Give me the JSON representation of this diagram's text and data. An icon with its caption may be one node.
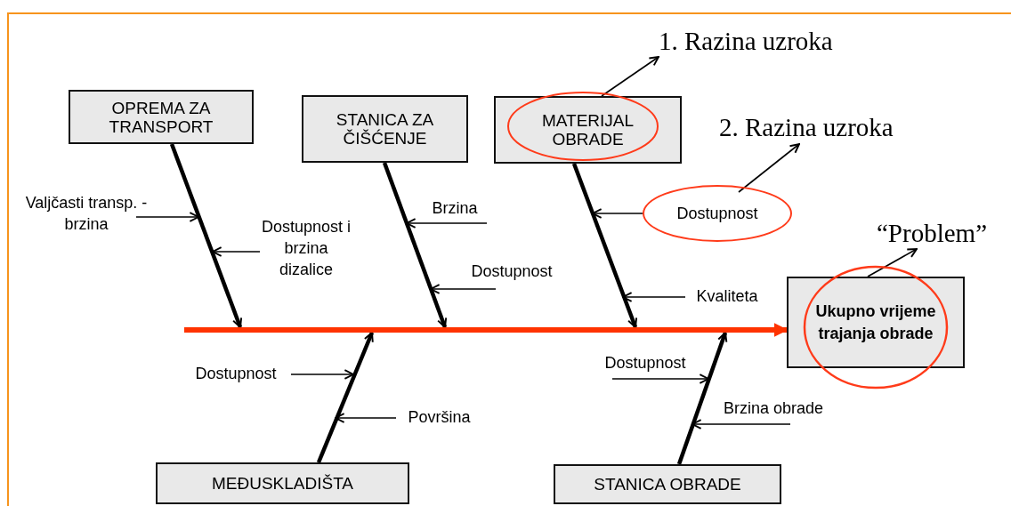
{
  "diagram": {
    "nodes": [
      {
        "text": [
          "OPREMA ZA TRANSPORT"
        ]
      },
      {
        "text": [
          "STANICA ZA ČIŠĆENJE"
        ]
      },
      {
        "text": [
          "MATERIJAL OBRADE"
        ]
      },
      {
        "text": [
          "1. Razina uzroka"
        ]
      },
      {
        "text": [
          "2. Razina uzroka"
        ]
      },
      {
        "text": [
          "“Problem”"
        ]
      },
      {
        "text": [
          "Ukupno vrijeme trajanja obrade"
        ]
      },
      {
        "text": [
          "Valjčasti transp. - brzina"
        ]
      },
      {
        "text": [
          "Dostupnost i brzina dizalice"
        ]
      },
      {
        "text": [
          "Brzina"
        ]
      },
      {
        "text": [
          "Dostupnost"
        ]
      },
      {
        "text": [
          "Dostupnost"
        ]
      },
      {
        "text": [
          "Kvaliteta"
        ]
      },
      {
        "text": [
          "Dostupnost"
        ]
      },
      {
        "text": [
          "Površina"
        ]
      },
      {
        "text": [
          "Dostupnost"
        ]
      },
      {
        "text": [
          "Brzina obrade"
        ]
      },
      {
        "text": [
          "MEĐUSKLADIŠTA"
        ]
      },
      {
        "text": [
          "STANICA OBRADE"
        ]
      },
      {
        "text": [],
        "shape": "bar"
      }
    ],
    "edges": [
      {
        "from": 19,
        "to": 6,
        "arrow": "to",
        "style": "thick",
        "color": "#ff3300"
      },
      {
        "from": 0,
        "to": 19,
        "arrow": "to",
        "style": "thick"
      },
      {
        "from": 1,
        "to": 19,
        "arrow": "to",
        "style": "thick"
      },
      {
        "from": 2,
        "to": 19,
        "arrow": "to",
        "style": "thick"
      },
      {
        "from": 17,
        "to": 19,
        "arrow": "to",
        "style": "thick"
      },
      {
        "from": 18,
        "to": 19,
        "arrow": "to",
        "style": "thick"
      },
      {
        "from": 7,
        "to": null,
        "arrow": "to"
      },
      {
        "from": 8,
        "to": null,
        "arrow": "to"
      },
      {
        "from": 9,
        "to": null,
        "arrow": "to"
      },
      {
        "from": 10,
        "to": null,
        "arrow": "to"
      },
      {
        "from": 11,
        "to": null,
        "arrow": "to"
      },
      {
        "from": 12,
        "to": null,
        "arrow": "to"
      },
      {
        "from": 13,
        "to": null,
        "arrow": "to"
      },
      {
        "from": 14,
        "to": null,
        "arrow": "to"
      },
      {
        "from": 15,
        "to": null,
        "arrow": "to"
      },
      {
        "from": 16,
        "to": null,
        "arrow": "to"
      },
      {
        "from": 2,
        "to": 3,
        "arrow": "to"
      },
      {
        "from": 11,
        "to": 4,
        "arrow": "to"
      },
      {
        "from": 6,
        "to": 5,
        "arrow": "to"
      }
    ]
  }
}
